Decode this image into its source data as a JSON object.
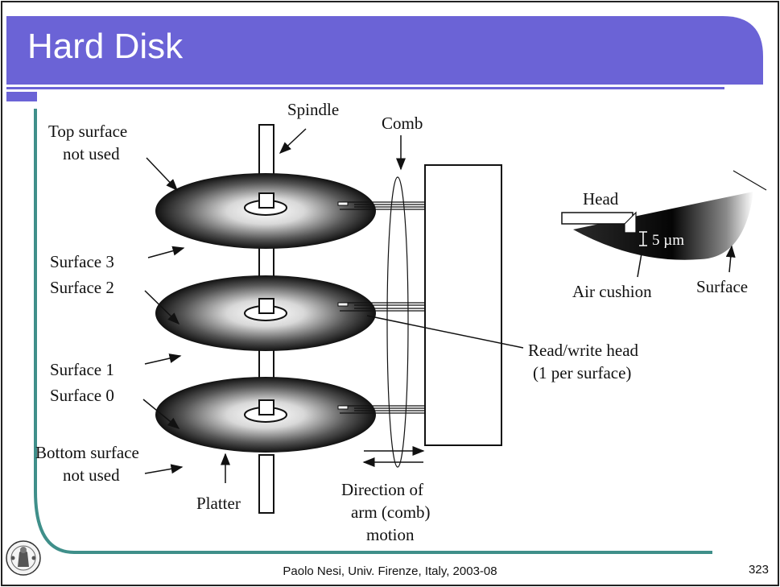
{
  "slide": {
    "title": "Hard Disk",
    "footer": "Paolo Nesi, Univ. Firenze, Italy, 2003-08",
    "page_number": "323",
    "accent_color": "#6b63d6",
    "teal_color": "#3f8f8a"
  },
  "diagram": {
    "labels": {
      "spindle": "Spindle",
      "comb": "Comb",
      "top_surface_line1": "Top surface",
      "top_surface_line2": "not used",
      "surface3": "Surface 3",
      "surface2": "Surface 2",
      "surface1": "Surface 1",
      "surface0": "Surface 0",
      "bottom_surface_line1": "Bottom surface",
      "bottom_surface_line2": "not used",
      "platter": "Platter",
      "direction_line1": "Direction of",
      "direction_line2": "arm (comb)",
      "direction_line3": "motion",
      "rw_head_line1": "Read/write head",
      "rw_head_line2": "(1 per surface)"
    },
    "inset": {
      "head": "Head",
      "gap": "5 µm",
      "air_cushion": "Air cushion",
      "surface": "Surface"
    }
  }
}
